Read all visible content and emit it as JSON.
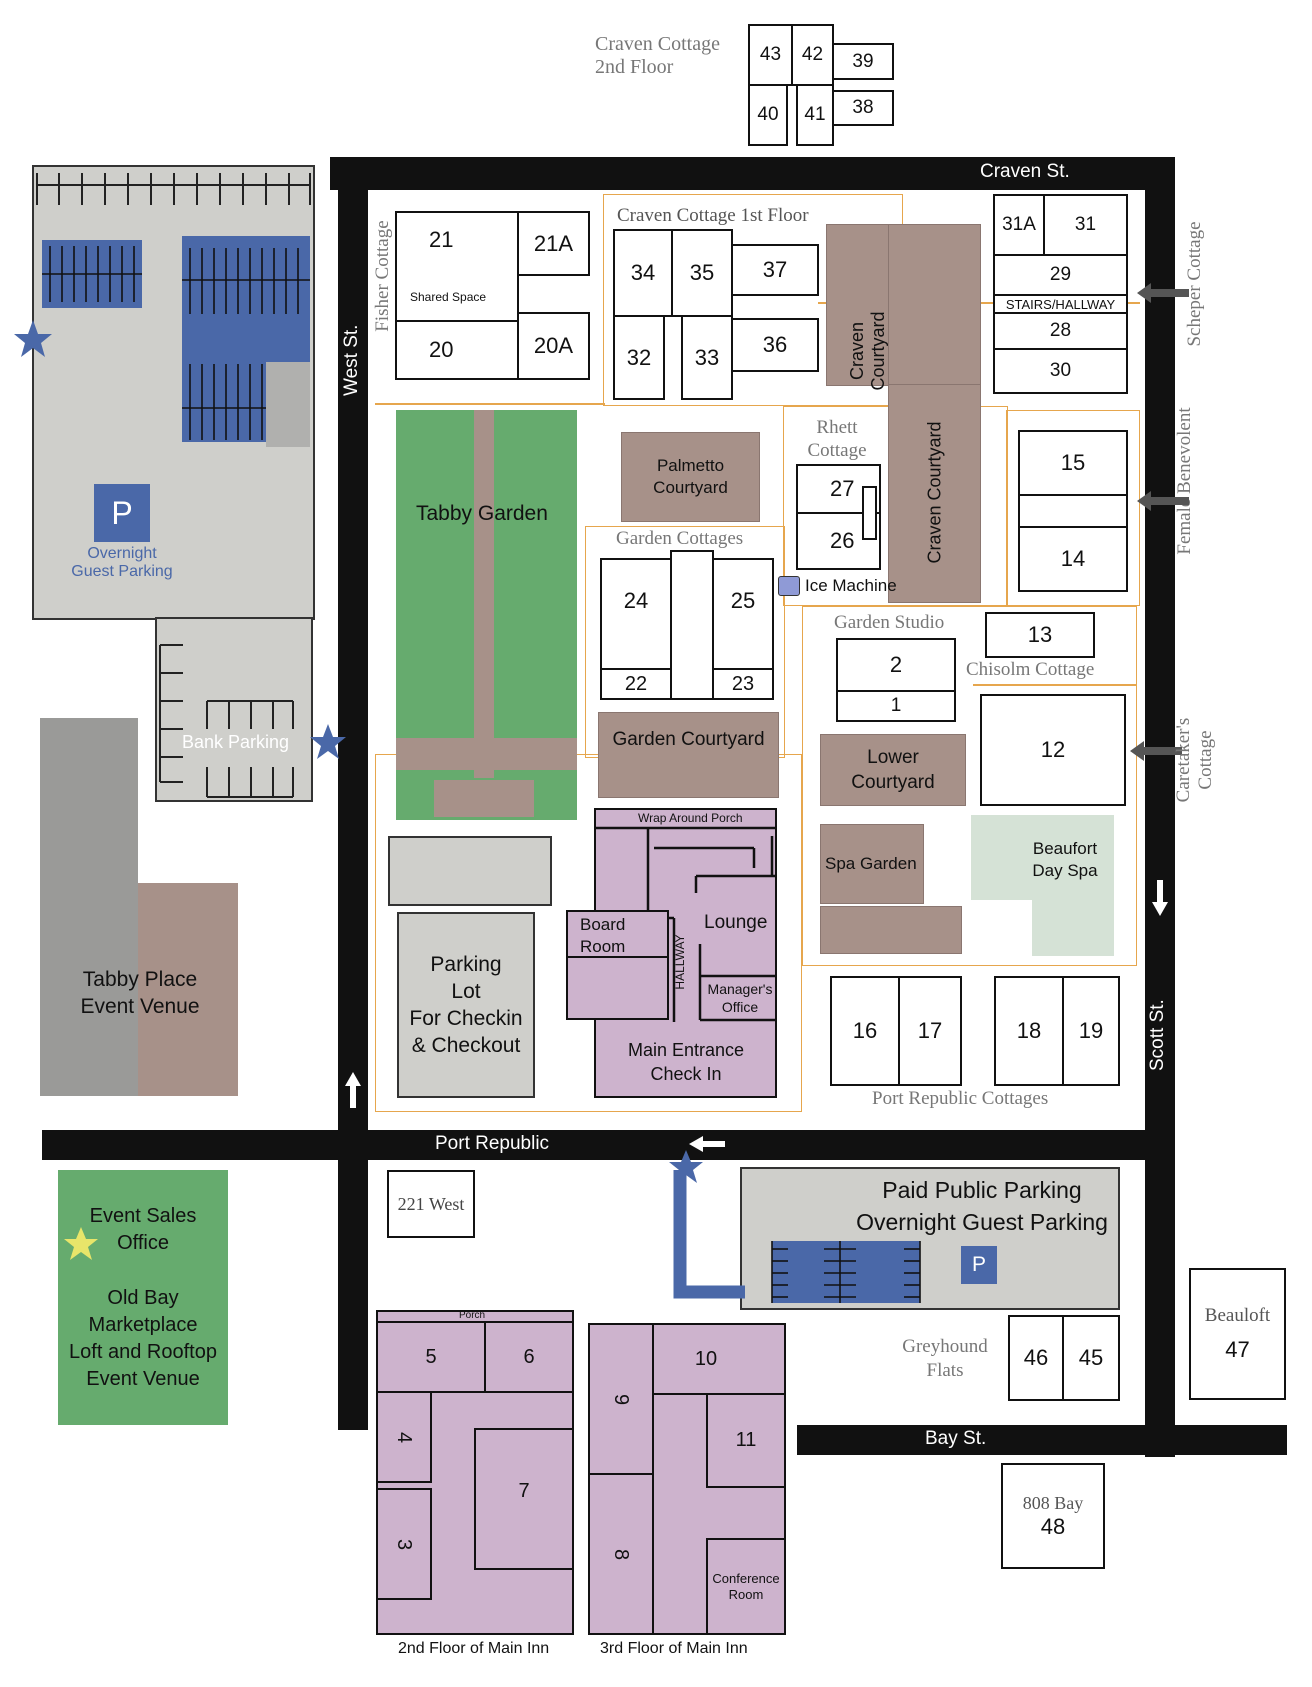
{
  "streets": {
    "craven": "Craven St.",
    "west": "West St.",
    "scott": "Scott St.",
    "port_republic": "Port Republic",
    "bay": "Bay St."
  },
  "buildings": {
    "craven_2nd_floor": {
      "title_line1": "Craven Cottage",
      "title_line2": "2nd Floor",
      "rooms": [
        "43",
        "42",
        "39",
        "40",
        "41",
        "38"
      ]
    },
    "craven_1st_floor": {
      "title": "Craven Cottage 1st Floor",
      "rooms": [
        "34",
        "35",
        "37",
        "32",
        "33",
        "36"
      ]
    },
    "fisher": {
      "title": "Fisher Cottage",
      "rooms": [
        "21",
        "21A",
        "20",
        "20A"
      ],
      "shared": "Shared Space"
    },
    "scheper": {
      "title": "Scheper Cottage",
      "rooms": [
        "31A",
        "31",
        "29",
        "28",
        "30"
      ],
      "stairs": "STAIRS/HALLWAY"
    },
    "rhett": {
      "title_line1": "Rhett",
      "title_line2": "Cottage",
      "rooms": [
        "27",
        "26"
      ]
    },
    "female_benevolent": {
      "title": "Female Benevolent",
      "rooms": [
        "15",
        "14"
      ]
    },
    "garden_cottages": {
      "title": "Garden Cottages",
      "rooms": [
        "24",
        "25",
        "22",
        "23"
      ]
    },
    "garden_studio": {
      "title": "Garden Studio",
      "rooms": [
        "2",
        "1"
      ]
    },
    "chisolm": {
      "title": "Chisolm Cottage",
      "room": "13"
    },
    "caretaker": {
      "title_line1": "Caretaker's",
      "title_line2": "Cottage",
      "room": "12"
    },
    "port_republic_cottages": {
      "title": "Port Republic Cottages",
      "rooms": [
        "16",
        "17",
        "18",
        "19"
      ]
    },
    "west_221": {
      "title": "221 West"
    },
    "greyhound": {
      "title_line1": "Greyhound",
      "title_line2": "Flats",
      "rooms": [
        "46",
        "45"
      ]
    },
    "beauloft": {
      "title": "Beauloft",
      "room": "47"
    },
    "bay_808": {
      "title": "808 Bay",
      "room": "48"
    }
  },
  "areas": {
    "tabby_garden": "Tabby Garden",
    "palmetto_courtyard_1": "Palmetto",
    "palmetto_courtyard_2": "Courtyard",
    "craven_courtyard": "Craven Courtyard",
    "craven_courtyard_small_1": "Craven",
    "craven_courtyard_small_2": "Courtyard",
    "ice_machine": "Ice Machine",
    "garden_courtyard": "Garden Courtyard",
    "lower_courtyard_1": "Lower",
    "lower_courtyard_2": "Courtyard",
    "spa_garden": "Spa Garden",
    "beaufort_spa_1": "Beaufort",
    "beaufort_spa_2": "Day Spa",
    "parking_lot_1": "Parking",
    "parking_lot_2": "Lot",
    "parking_lot_3": "For Checkin",
    "parking_lot_4": "& Checkout",
    "tabby_place_1": "Tabby Place",
    "tabby_place_2": "Event Venue",
    "bank_parking": "Bank Parking",
    "overnight_parking_1": "Overnight",
    "overnight_parking_2": "Guest Parking",
    "parking_symbol": "P",
    "paid_parking_1": "Paid Public Parking",
    "paid_parking_2": "Overnight Guest Parking",
    "event_sales_1": "Event Sales",
    "event_sales_2": "Office",
    "old_bay_1": "Old Bay",
    "old_bay_2": "Marketplace",
    "old_bay_3": "Loft and Rooftop",
    "old_bay_4": "Event Venue"
  },
  "main_inn": {
    "wrap_porch": "Wrap Around Porch",
    "board_room_1": "Board",
    "board_room_2": "Room",
    "lounge": "Lounge",
    "hallway": "HALLWAY",
    "managers_office_1": "Manager's",
    "managers_office_2": "Office",
    "entrance_1": "Main Entrance",
    "entrance_2": "Check In",
    "floor2_title": "2nd Floor of Main Inn",
    "floor2_porch": "Porch",
    "floor2_rooms": [
      "5",
      "6",
      "4",
      "7",
      "3"
    ],
    "floor3_title": "3rd Floor of Main Inn",
    "floor3_rooms": [
      "10",
      "9",
      "11",
      "8"
    ],
    "conference_1": "Conference",
    "conference_2": "Room"
  },
  "colors": {
    "road": "#111111",
    "garden_green": "#66ab6e",
    "courtyard_brown": "#a79189",
    "inn_purple": "#cdb3cd",
    "parking_grey": "#cfcfcb",
    "parking_blue": "#4a68a8",
    "border_orange": "#e6a64d",
    "spa_mint": "#d5e2d6",
    "star_yellow": "#e8e56a"
  }
}
